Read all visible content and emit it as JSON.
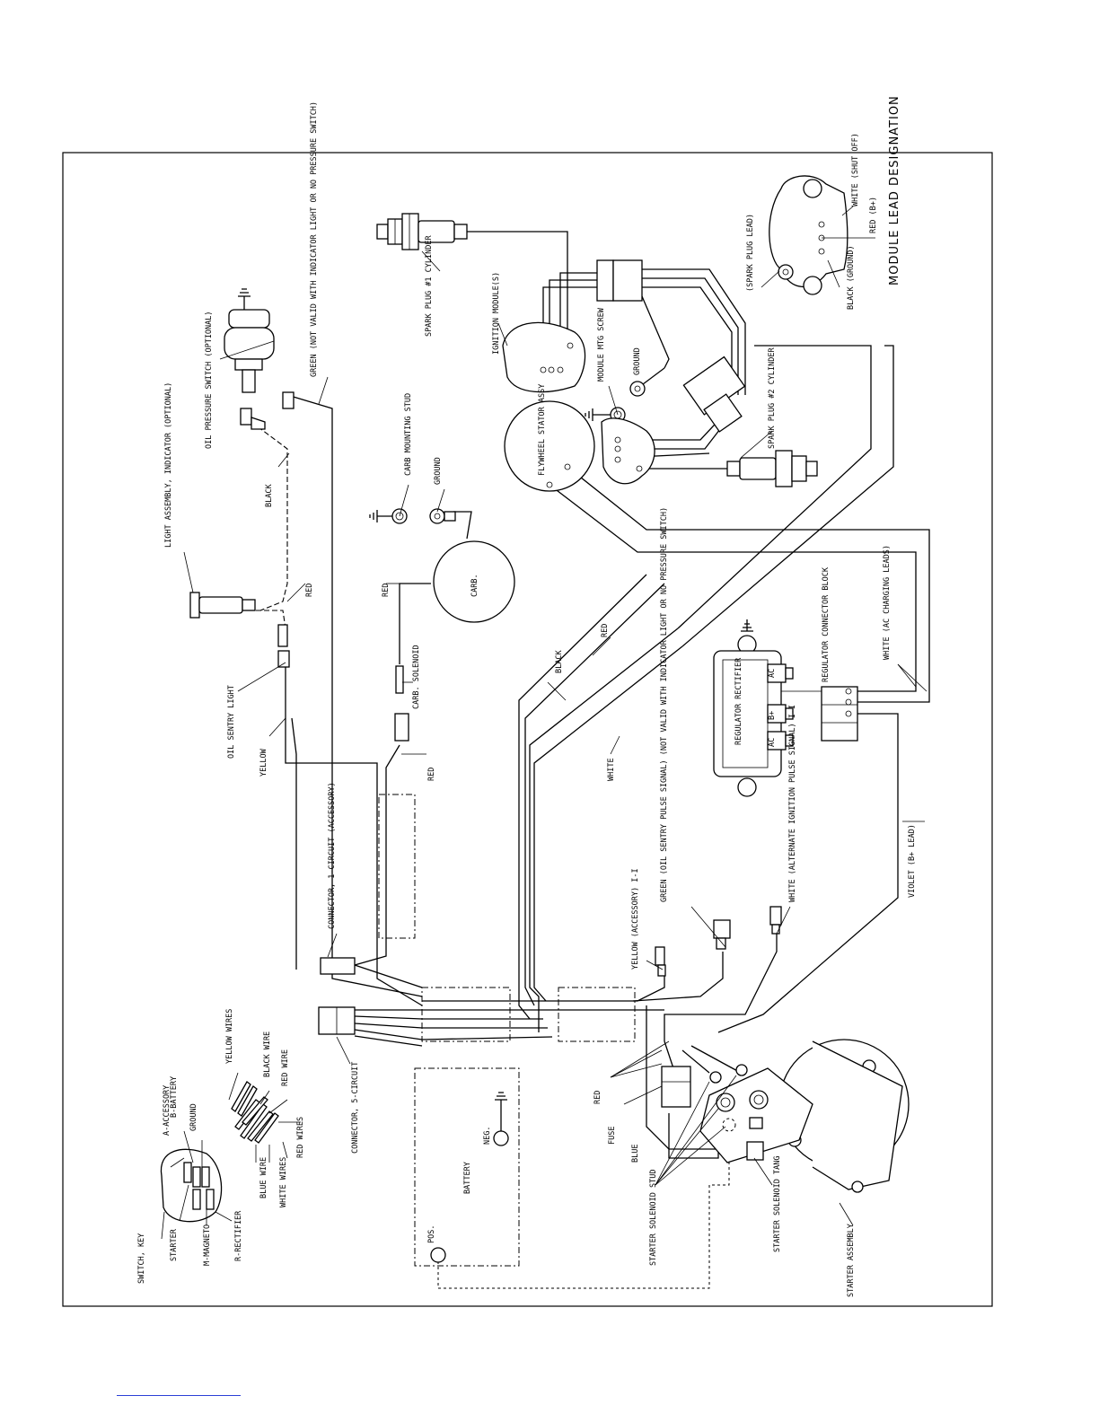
{
  "labels": {
    "spark1": "SPARK PLUG #1 CYLINDER",
    "spark2": "SPARK PLUG #2 CYLINDER",
    "ignition_module": "IGNITION MODULE(S)",
    "module_mtg_screw": "MODULE MTG SCREW",
    "ground_top": "GROUND",
    "flywheel_stator": "FLYWHEEL STATOR ASSY",
    "spark_plug_lead": "(SPARK PLUG LEAD)",
    "black_ground": "BLACK (GROUND)",
    "red_b": "RED (B+)",
    "white_shutoff": "WHITE (SHUT OFF)",
    "module_lead_designation": "MODULE LEAD DESIGNATION",
    "oil_pressure_switch": "OIL PRESSURE SWITCH (OPTIONAL)",
    "green_not_valid": "GREEN (NOT VALID WITH INDICATOR LIGHT OR NO PRESSURE SWITCH)",
    "light_assembly": "LIGHT ASSEMBLY, INDICATOR (OPTIONAL)",
    "black": "BLACK",
    "red": "RED",
    "carb_mounting_stud": "CARB MOUNTING STUD",
    "ground_carb": "GROUND",
    "carb": "CARB.",
    "carb_solenoid": "CARB. SOLENOID",
    "oil_sentry_light": "OIL SENTRY LIGHT",
    "yellow": "YELLOW",
    "connector_1": "CONNECTOR, 1-CIRCUIT (ACCESSORY)",
    "black_harness": "BLACK",
    "red_harness": "RED",
    "white_harness": "WHITE",
    "regulator_rectifier": "REGULATOR RECTIFIER",
    "ac": "AC",
    "b_plus": "B+",
    "regulator_connector_block": "REGULATOR CONNECTOR BLOCK",
    "white_ac_charging": "WHITE (AC CHARGING LEADS)",
    "green_oil_sentry": "GREEN (OIL SENTRY PULSE SIGNAL) (NOT VALID WITH INDICATOR LIGHT OR NO PRESSURE SWITCH)",
    "white_alternate": "WHITE (ALTERNATE IGNITION PULSE SIGNAL) I-I",
    "violet": "VIOLET (B+ LEAD)",
    "yellow_accessory": "YELLOW (ACCESSORY) I-I",
    "yellow_wires": "YELLOW WIRES",
    "black_wire": "BLACK WIRE",
    "red_wire": "RED WIRE",
    "red_wires": "RED WIRES",
    "white_wires": "WHITE WIRES",
    "blue_wire": "BLUE WIRE",
    "b_battery": "B-BATTERY",
    "a_accessory": "A-ACCESSORY",
    "ground_switch": "GROUND",
    "switch_key": "SWITCH, KEY",
    "starter_terminal": "STARTER",
    "m_magneto": "M-MAGNETO",
    "r_rectifier": "R-RECTIFIER",
    "connector_5": "CONNECTOR, 5-CIRCUIT",
    "battery": "BATTERY",
    "neg": "NEG.",
    "pos": "POS.",
    "red_fuse": "RED",
    "fuse": "FUSE",
    "blue": "BLUE",
    "starter_solenoid_stud": "STARTER SOLENOID STUD",
    "starter_solenoid_tang": "STARTER SOLENOID TANG",
    "starter_assembly": "STARTER ASSEMBLY"
  },
  "colors": {
    "line": "#000000",
    "background": "#ffffff",
    "link_underline": "#2b3fd6"
  }
}
